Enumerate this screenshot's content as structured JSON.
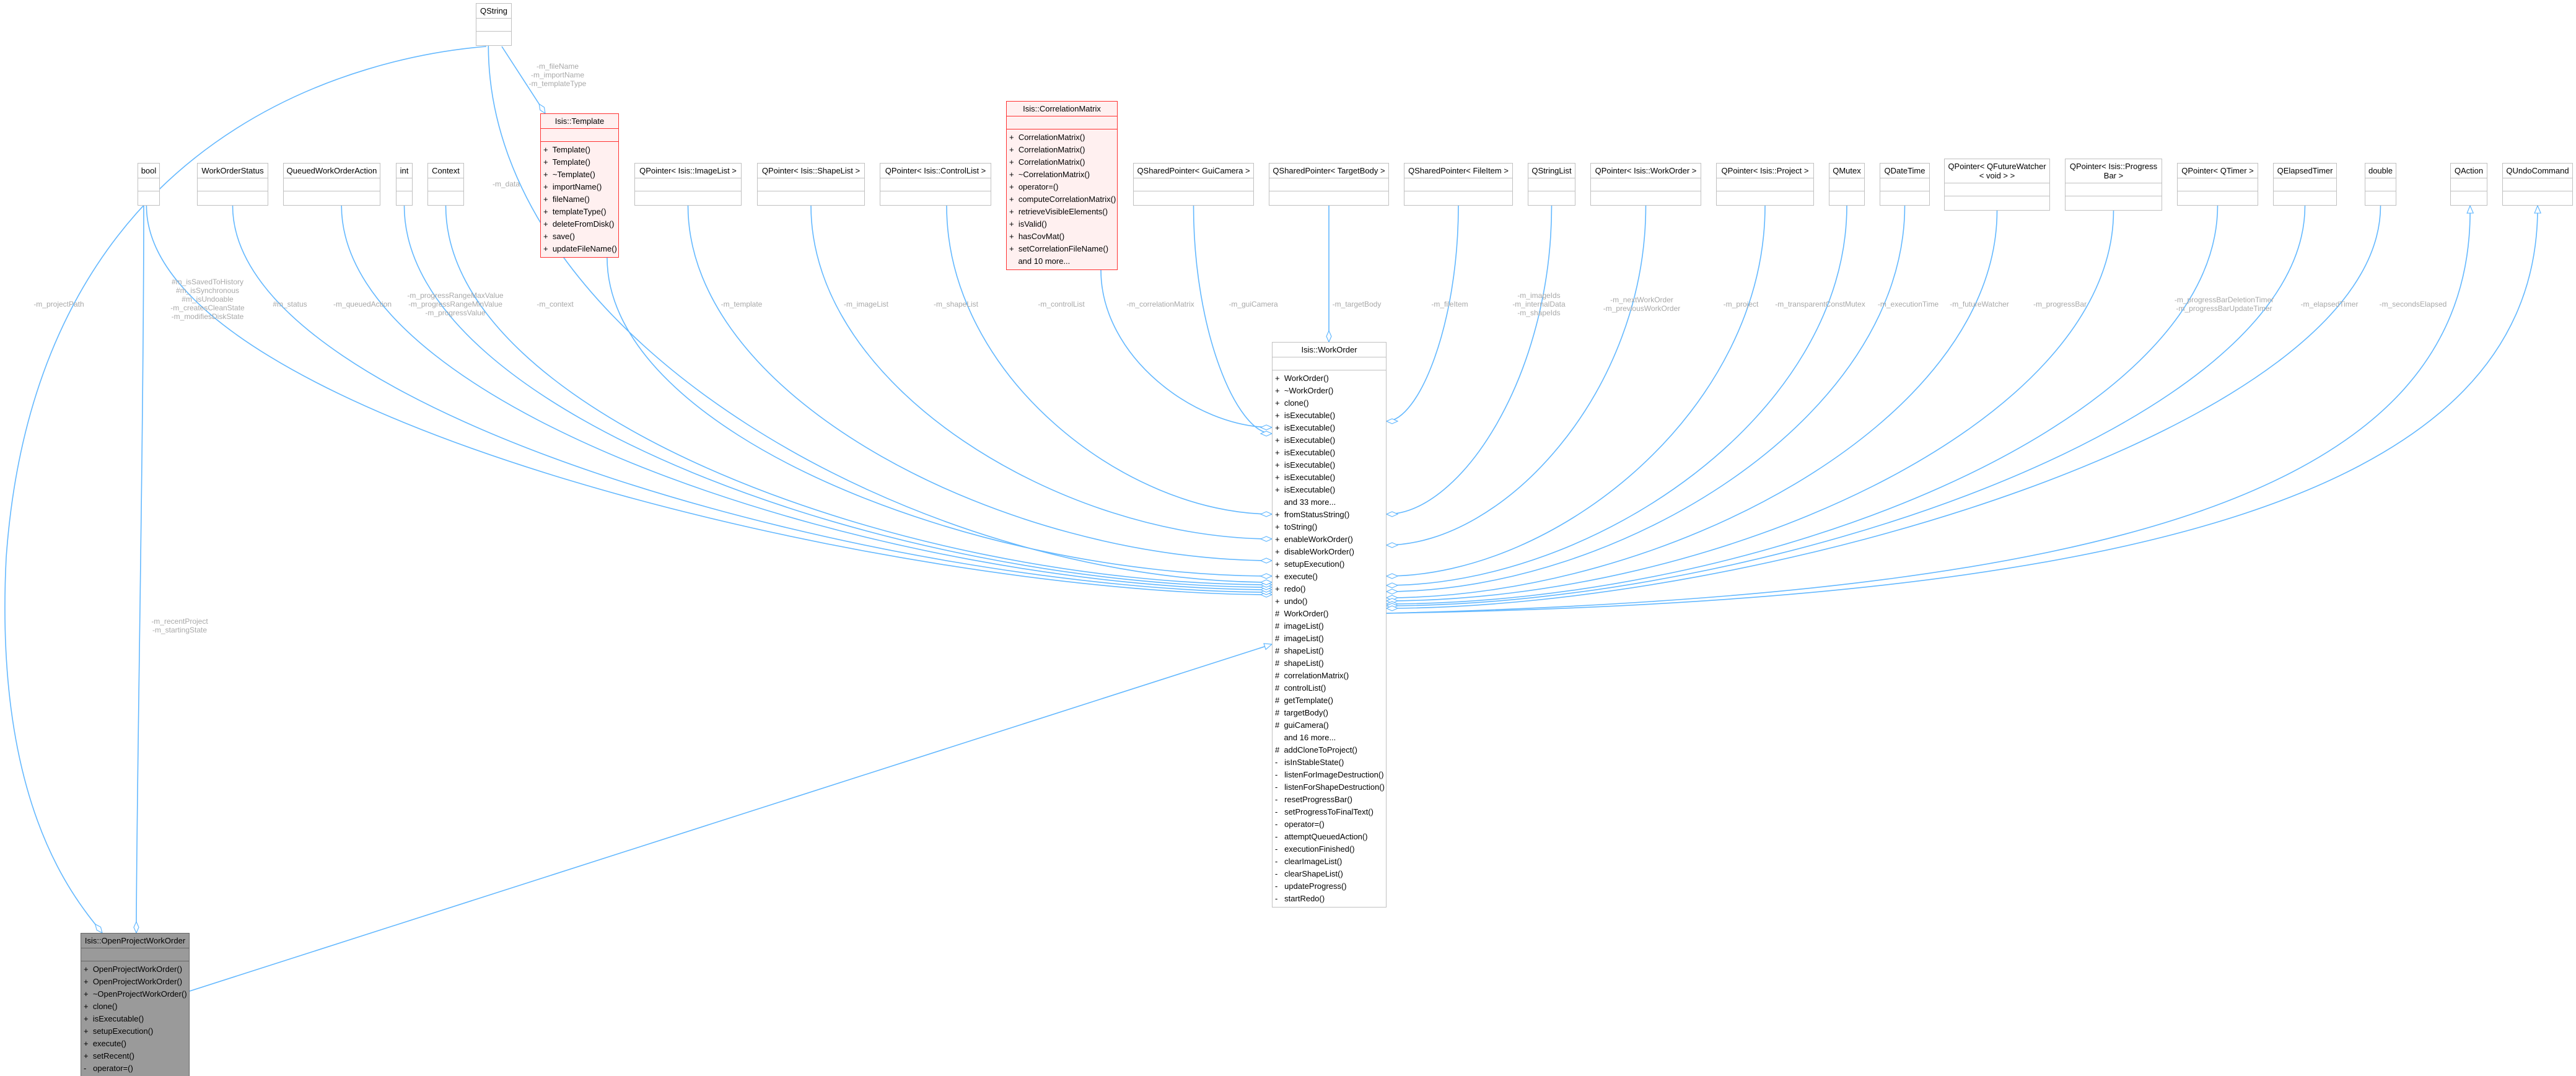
{
  "colors": {
    "edge": "#63b8ff",
    "label": "#a8a8a8",
    "highlight_border": "#ff3030",
    "highlight_fill": "#fff0f0",
    "focus_fill": "#9a9a9a"
  },
  "nodes": {
    "qstring": {
      "title": "QString",
      "methods": []
    },
    "template": {
      "title": "Isis::Template",
      "methods": [
        "+  Template()",
        "+  Template()",
        "+  ~Template()",
        "+  importName()",
        "+  fileName()",
        "+  templateType()",
        "+  deleteFromDisk()",
        "+  save()",
        "+  updateFileName()"
      ]
    },
    "bool": {
      "title": "bool",
      "methods": []
    },
    "workorderstatus": {
      "title": "WorkOrderStatus",
      "methods": []
    },
    "queuedaction": {
      "title": "QueuedWorkOrderAction",
      "methods": []
    },
    "int": {
      "title": "int",
      "methods": []
    },
    "context": {
      "title": "Context",
      "methods": []
    },
    "imagelist": {
      "title": "QPointer< Isis::ImageList >",
      "methods": []
    },
    "shapelist": {
      "title": "QPointer< Isis::ShapeList >",
      "methods": []
    },
    "controllist": {
      "title": "QPointer< Isis::ControlList >",
      "methods": []
    },
    "correlationmatrix": {
      "title": "Isis::CorrelationMatrix",
      "methods": [
        "+  CorrelationMatrix()",
        "+  CorrelationMatrix()",
        "+  CorrelationMatrix()",
        "+  ~CorrelationMatrix()",
        "+  operator=()",
        "+  computeCorrelationMatrix()",
        "+  retrieveVisibleElements()",
        "+  isValid()",
        "+  hasCovMat()",
        "+  setCorrelationFileName()",
        "    and 10 more..."
      ]
    },
    "guicamera": {
      "title": "QSharedPointer< GuiCamera >",
      "methods": []
    },
    "targetbody": {
      "title": "QSharedPointer< TargetBody >",
      "methods": []
    },
    "fileitem": {
      "title": "QSharedPointer< FileItem >",
      "methods": []
    },
    "qstringlist": {
      "title": "QStringList",
      "methods": []
    },
    "workorderptr": {
      "title": "QPointer< Isis::WorkOrder >",
      "methods": []
    },
    "projectptr": {
      "title": "QPointer< Isis::Project >",
      "methods": []
    },
    "qmutex": {
      "title": "QMutex",
      "methods": []
    },
    "qdatetime": {
      "title": "QDateTime",
      "methods": []
    },
    "futurewatcher": {
      "title": "QPointer< QFutureWatcher < void > >",
      "methods": []
    },
    "progressbar": {
      "title": "QPointer< Isis::Progress Bar >",
      "methods": []
    },
    "qtimer": {
      "title": "QPointer< QTimer >",
      "methods": []
    },
    "elapsedtimer": {
      "title": "QElapsedTimer",
      "methods": []
    },
    "double": {
      "title": "double",
      "methods": []
    },
    "qaction": {
      "title": "QAction",
      "methods": []
    },
    "qundocommand": {
      "title": "QUndoCommand",
      "methods": []
    },
    "workorder": {
      "title": "Isis::WorkOrder",
      "methods": [
        "+  WorkOrder()",
        "+  ~WorkOrder()",
        "+  clone()",
        "+  isExecutable()",
        "+  isExecutable()",
        "+  isExecutable()",
        "+  isExecutable()",
        "+  isExecutable()",
        "+  isExecutable()",
        "+  isExecutable()",
        "    and 33 more...",
        "+  fromStatusString()",
        "+  toString()",
        "+  enableWorkOrder()",
        "+  disableWorkOrder()",
        "+  setupExecution()",
        "+  execute()",
        "+  redo()",
        "+  undo()",
        "#  WorkOrder()",
        "#  imageList()",
        "#  imageList()",
        "#  shapeList()",
        "#  shapeList()",
        "#  correlationMatrix()",
        "#  controlList()",
        "#  getTemplate()",
        "#  targetBody()",
        "#  guiCamera()",
        "    and 16 more...",
        "#  addCloneToProject()",
        "-   isInStableState()",
        "-   listenForImageDestruction()",
        "-   listenForShapeDestruction()",
        "-   resetProgressBar()",
        "-   setProgressToFinalText()",
        "-   operator=()",
        "-   attemptQueuedAction()",
        "-   executionFinished()",
        "-   clearImageList()",
        "-   clearShapeList()",
        "-   updateProgress()",
        "-   startRedo()"
      ]
    },
    "openproject": {
      "title": "Isis::OpenProjectWorkOrder",
      "methods": [
        "+  OpenProjectWorkOrder()",
        "+  OpenProjectWorkOrder()",
        "+  ~OpenProjectWorkOrder()",
        "+  clone()",
        "+  isExecutable()",
        "+  setupExecution()",
        "+  execute()",
        "+  setRecent()",
        "-   operator=()"
      ]
    }
  },
  "edge_labels": {
    "projectPath": [
      "-m_projectPath"
    ],
    "recent": [
      "-m_recentProject",
      "-m_startingState"
    ],
    "boolFlags": [
      "#m_isSavedToHistory",
      "#m_isSynchronous",
      "#m_isUndoable",
      "-m_createsCleanState",
      "-m_modifiesDiskState"
    ],
    "status": [
      "#m_status"
    ],
    "queued": [
      "-m_queuedAction"
    ],
    "progressInts": [
      "-m_progressRangeMaxValue",
      "-m_progressRangeMinValue",
      "-m_progressValue"
    ],
    "context": [
      "-m_context"
    ],
    "data": [
      "-m_data"
    ],
    "templateStrings": [
      "-m_fileName",
      "-m_importName",
      "-m_templateType"
    ],
    "template": [
      "-m_template"
    ],
    "imageList": [
      "-m_imageList"
    ],
    "shapeList": [
      "-m_shapeList"
    ],
    "controlList": [
      "-m_controlList"
    ],
    "correlationMatrix": [
      "-m_correlationMatrix"
    ],
    "guiCamera": [
      "-m_guiCamera"
    ],
    "targetBody": [
      "-m_targetBody"
    ],
    "fileItem": [
      "-m_fileItem"
    ],
    "stringLists": [
      "-m_imageIds",
      "-m_internalData",
      "-m_shapeIds"
    ],
    "workOrders": [
      "-m_nextWorkOrder",
      "-m_previousWorkOrder"
    ],
    "project": [
      "-m_project"
    ],
    "mutex": [
      "-m_transparentConstMutex"
    ],
    "executionTime": [
      "-m_executionTime"
    ],
    "futureWatcher": [
      "-m_futureWatcher"
    ],
    "progressBar": [
      "-m_progressBar"
    ],
    "timers": [
      "-m_progressBarDeletionTimer",
      "-m_progressBarUpdateTimer"
    ],
    "elapsedTimer": [
      "-m_elapsedTimer"
    ],
    "secondsElapsed": [
      "-m_secondsElapsed"
    ]
  }
}
